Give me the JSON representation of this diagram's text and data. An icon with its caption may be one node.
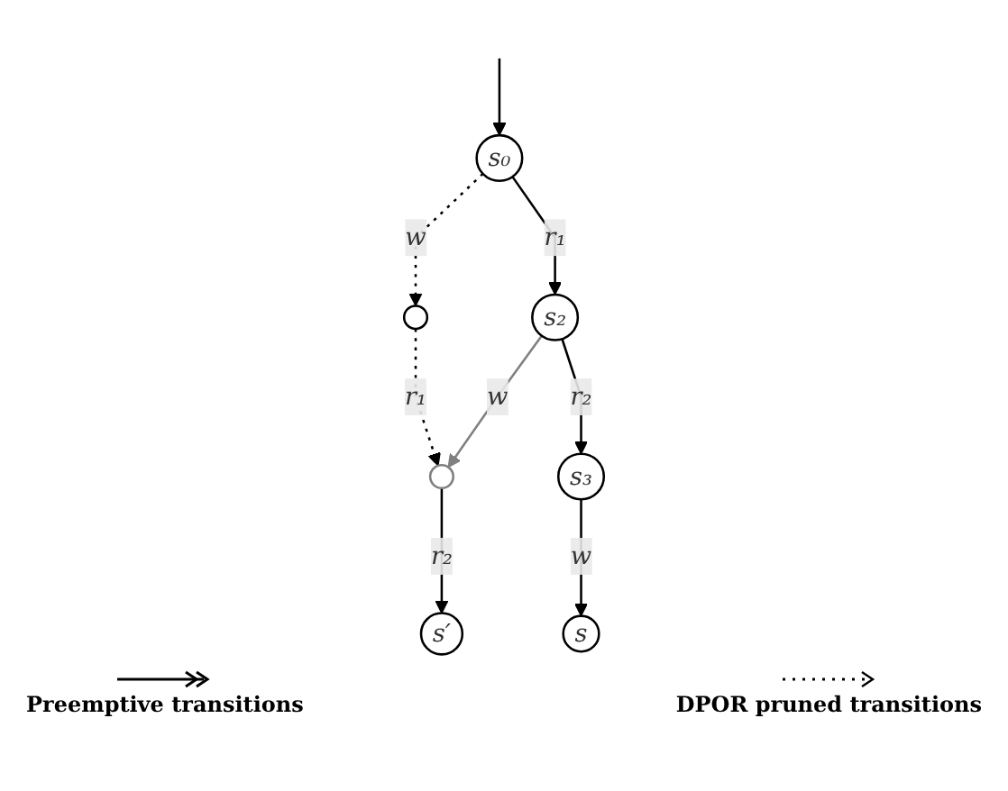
{
  "diagram": {
    "nodes": [
      {
        "text": [
          "s₀"
        ]
      },
      {
        "text": [
          "s₂"
        ]
      },
      {
        "text": [],
        "shape": "circle"
      },
      {
        "text": [],
        "shape": "circle"
      },
      {
        "text": [
          "s₃"
        ]
      },
      {
        "text": [
          "s′"
        ]
      },
      {
        "text": [
          "s"
        ]
      }
    ],
    "edges": [
      {
        "from": null,
        "to": 0,
        "arrow": "to"
      },
      {
        "from": 0,
        "to": 2,
        "arrow": "to",
        "label": "w",
        "style": "dashed"
      },
      {
        "from": 0,
        "to": 1,
        "arrow": "to",
        "label": "r₁"
      },
      {
        "from": 2,
        "to": 3,
        "arrow": "to",
        "label": "r₁",
        "style": "dashed"
      },
      {
        "from": 1,
        "to": 3,
        "arrow": "to",
        "label": "w",
        "color": "#808080"
      },
      {
        "from": 1,
        "to": 4,
        "arrow": "to",
        "label": "r₂"
      },
      {
        "from": 3,
        "to": 5,
        "arrow": "to",
        "label": "r₂"
      },
      {
        "from": 4,
        "to": 6,
        "arrow": "to",
        "label": "w"
      }
    ],
    "legend": [
      {
        "text": "Preemptive transitions"
      },
      {
        "text": "DPOR pruned transitions"
      }
    ]
  }
}
